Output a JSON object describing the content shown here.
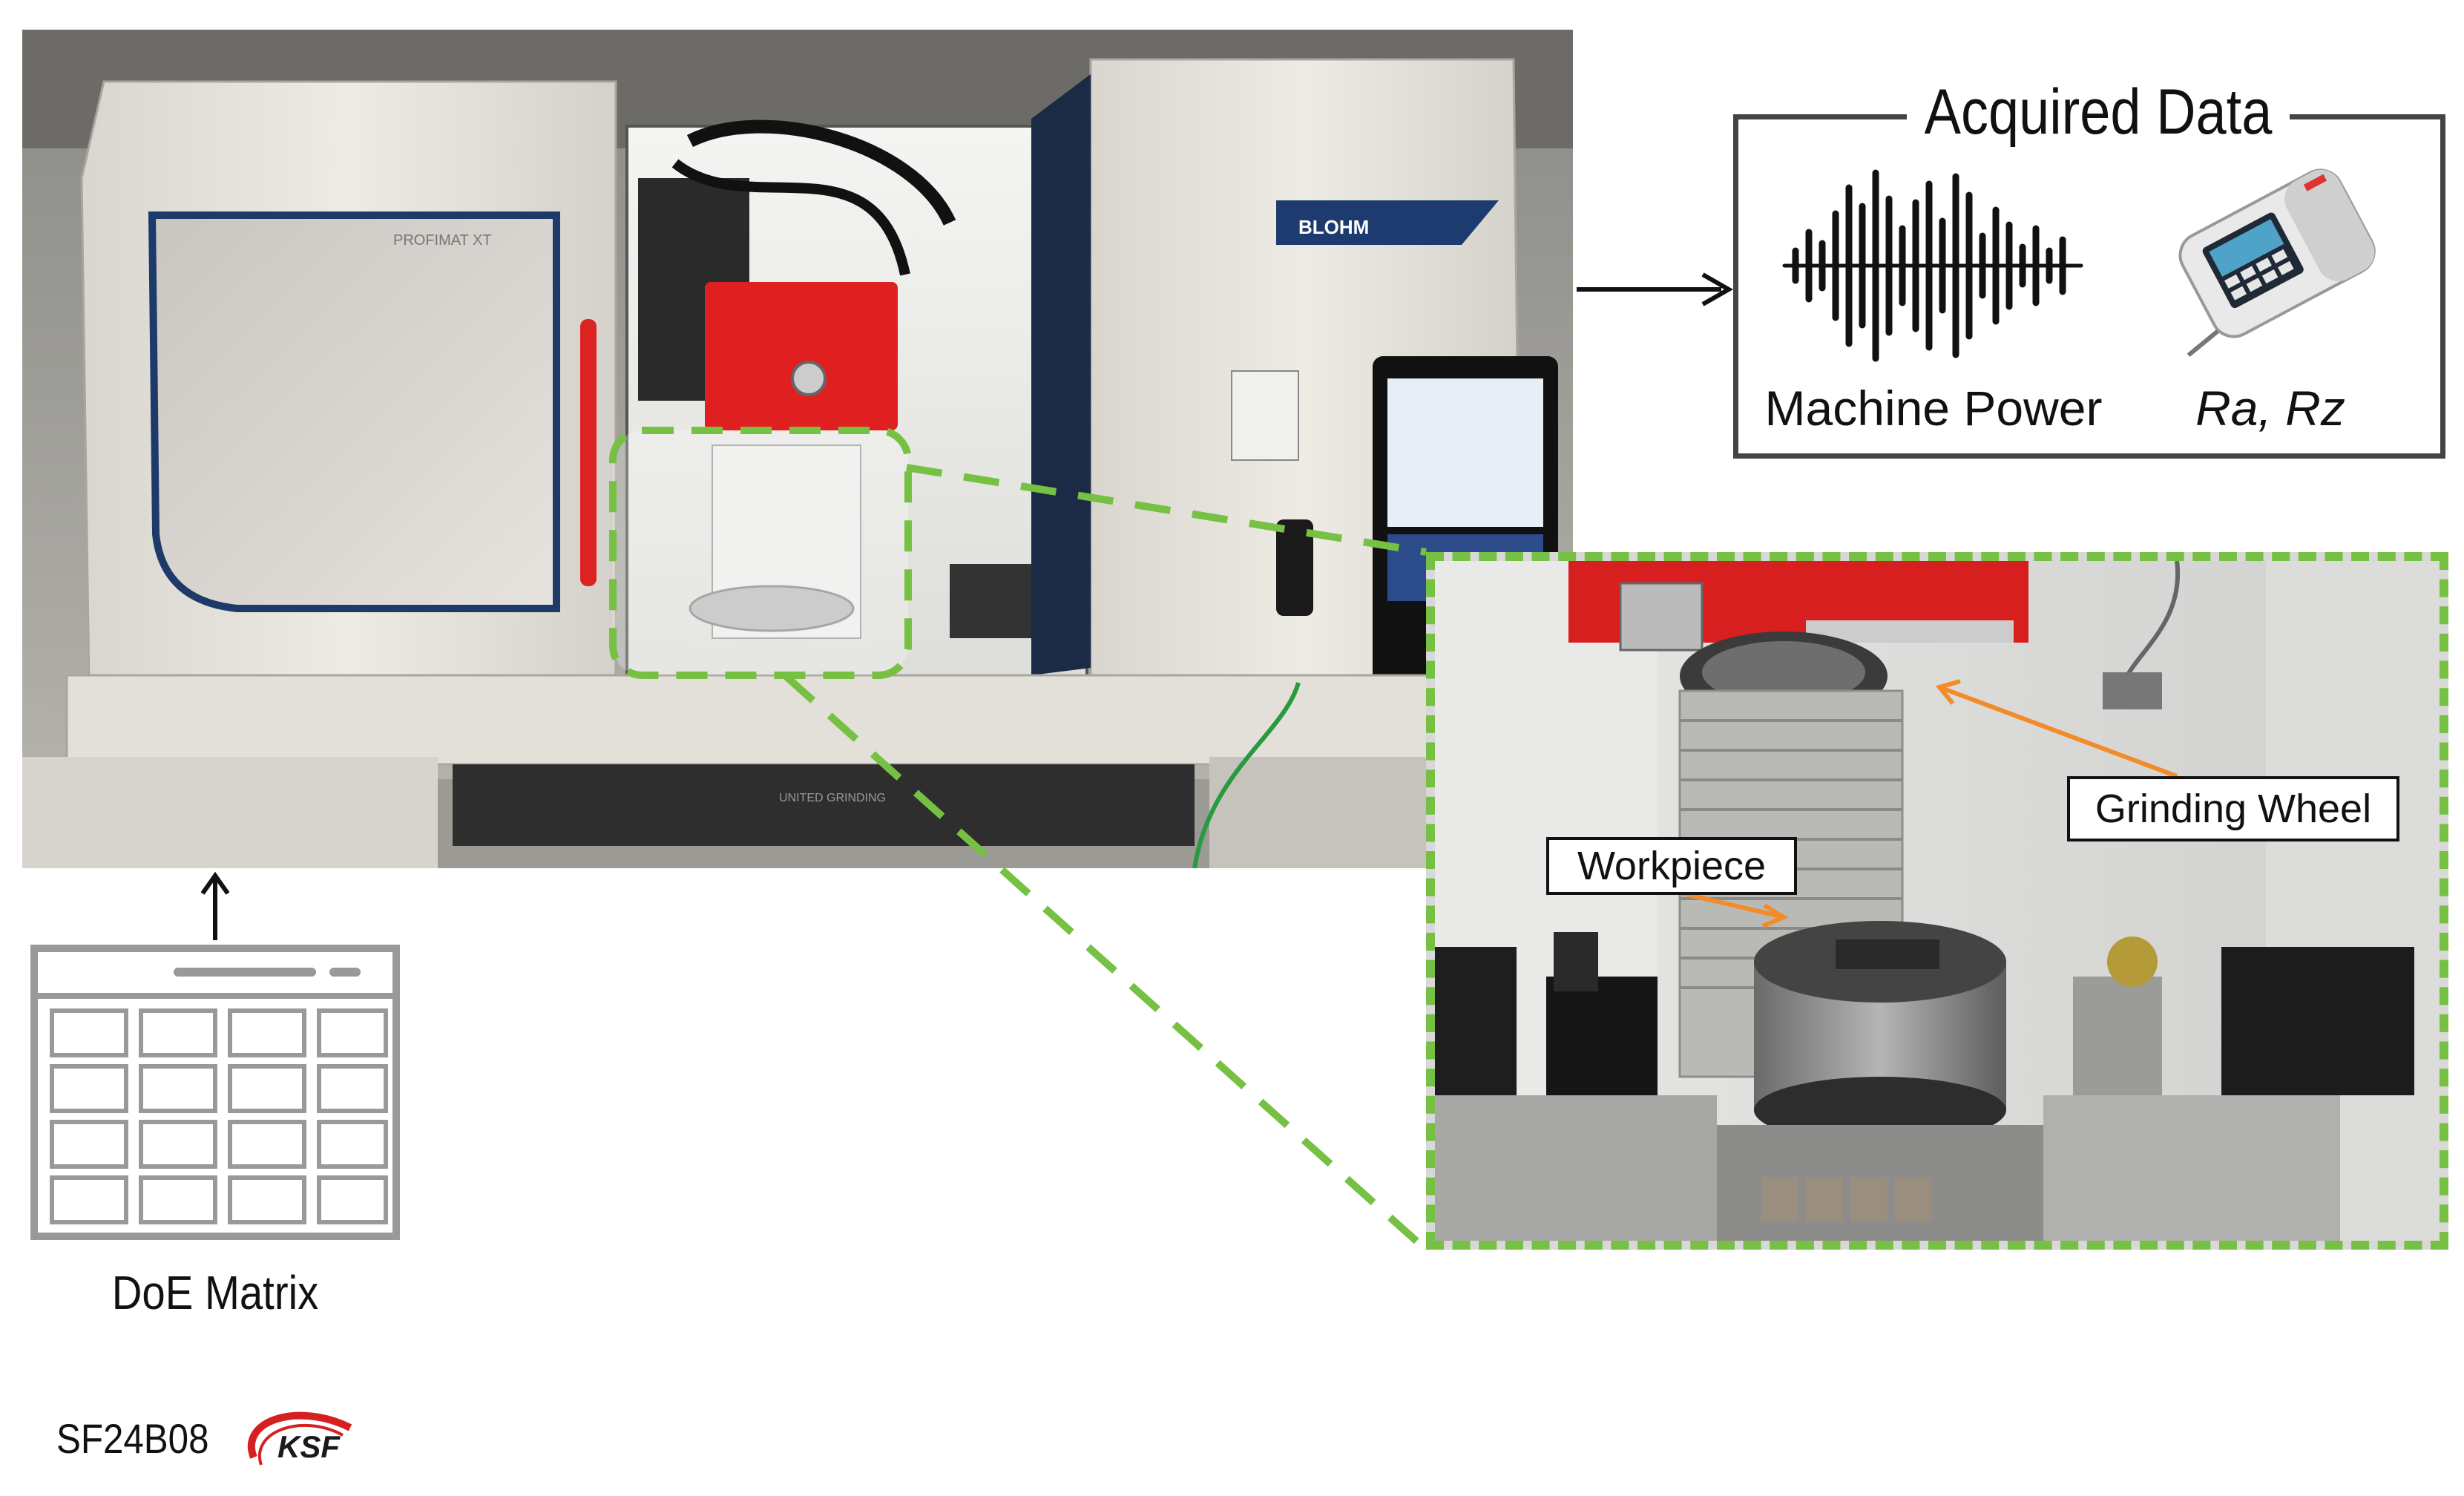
{
  "acquired_data": {
    "title": "Acquired Data",
    "power_label": "Machine Power",
    "roughness_label": "Ra, Rz"
  },
  "inset": {
    "grinding_wheel_label": "Grinding Wheel",
    "workpiece_label": "Workpiece"
  },
  "machine": {
    "model_text": "PROFIMAT XT",
    "brand_text": "BLOHM",
    "base_text": "UNITED GRINDING"
  },
  "doe": {
    "label": "DoE Matrix"
  },
  "footer": {
    "code": "SF24B08",
    "logo_text": "KSF"
  },
  "colors": {
    "zoom_dash": "#76c043",
    "callout_arrow": "#f28c28",
    "machine_red": "#e02020",
    "frame": "#444444"
  }
}
